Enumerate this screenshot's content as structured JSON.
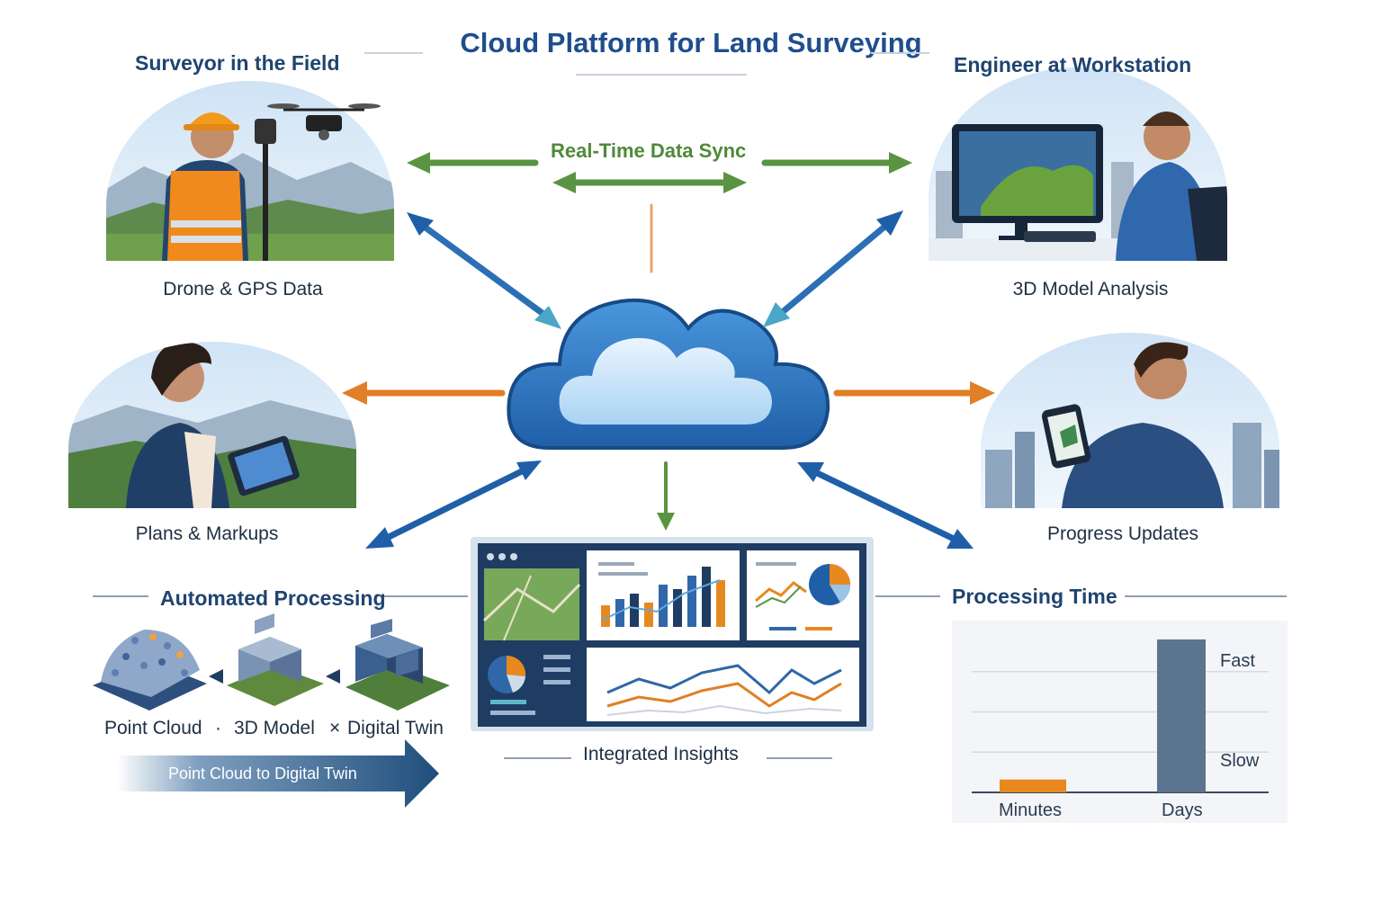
{
  "title": "Cloud Platform for Land Surveying",
  "surveyor": {
    "heading": "Surveyor in the Field",
    "caption": "Drone & GPS Data"
  },
  "engineer": {
    "heading": "Engineer at Workstation",
    "caption": "3D Model Analysis"
  },
  "sync_label": "Real-Time Data Sync",
  "plans": {
    "caption": "Plans & Markups"
  },
  "progress": {
    "caption": "Progress Updates"
  },
  "automated": {
    "heading": "Automated Processing",
    "steps": [
      "Point Cloud",
      "3D Model",
      "Digital Twin"
    ],
    "separators": [
      "·",
      "×"
    ],
    "banner": "Point Cloud to Digital Twin"
  },
  "insights": {
    "caption": "Integrated Insights"
  },
  "colors": {
    "navy": "#1f4470",
    "blue_arrow": "#1f5fa8",
    "green_arrow": "#5a9443",
    "orange_arrow": "#e07f25",
    "cloud": "#2f78c4"
  },
  "chart_data": {
    "type": "bar",
    "title": "Processing Time",
    "categories": [
      "Minutes",
      "Days"
    ],
    "values": [
      0.08,
      0.95
    ],
    "ylim": [
      0,
      1
    ],
    "value_labels": [
      "Fast",
      "Slow"
    ],
    "bar_colors": [
      "#e8891f",
      "#5b7490"
    ],
    "grid": true
  }
}
